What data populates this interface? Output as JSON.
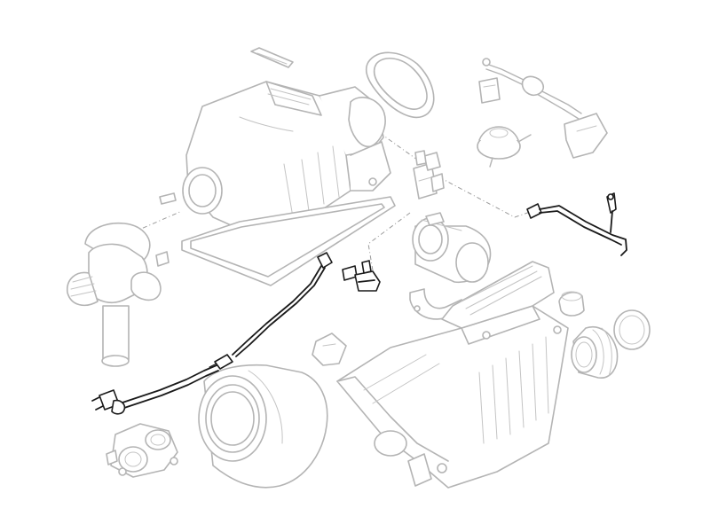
{
  "diagram": {
    "style": "exploded parts view",
    "highlight_color": "#1a1a1a",
    "ghost_color": "#b4b4b4",
    "parts": [
      "air-intake-housing-upper",
      "housing-gasket",
      "inlet-bellows-elbow",
      "intake-sealing-ring",
      "wiring-harness-bracket",
      "vacuum-actuator",
      "solenoid-valve",
      "sensor-cable-right",
      "air-mass-meter",
      "temperature-sensor-connector",
      "mounting-bracket",
      "sensor-cable-left",
      "air-filter-element",
      "air-cleaner-housing-lower",
      "rubber-grommet",
      "intake-boot",
      "sealing-ring-round",
      "clip-holder",
      "throttle-adapter"
    ]
  }
}
